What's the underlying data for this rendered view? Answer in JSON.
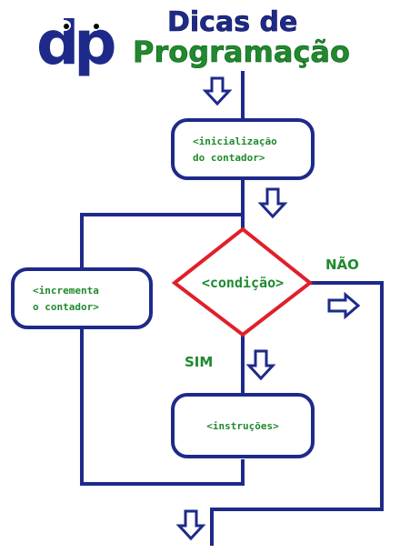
{
  "logo": {
    "monogram": "dp",
    "title_line1": "Dicas de",
    "title_line2": "Programação"
  },
  "flowchart": {
    "init_line1": "<inicialização",
    "init_line2": "do contador>",
    "increment_line1": "<incrementa",
    "increment_line2": "o contador>",
    "condition": "<condição>",
    "instructions": "<instruções>",
    "label_yes": "SIM",
    "label_no": "NÃO"
  },
  "colors": {
    "navy": "#1e2a8a",
    "green": "#1f8a2e",
    "red": "#e0202a",
    "white": "#ffffff"
  }
}
